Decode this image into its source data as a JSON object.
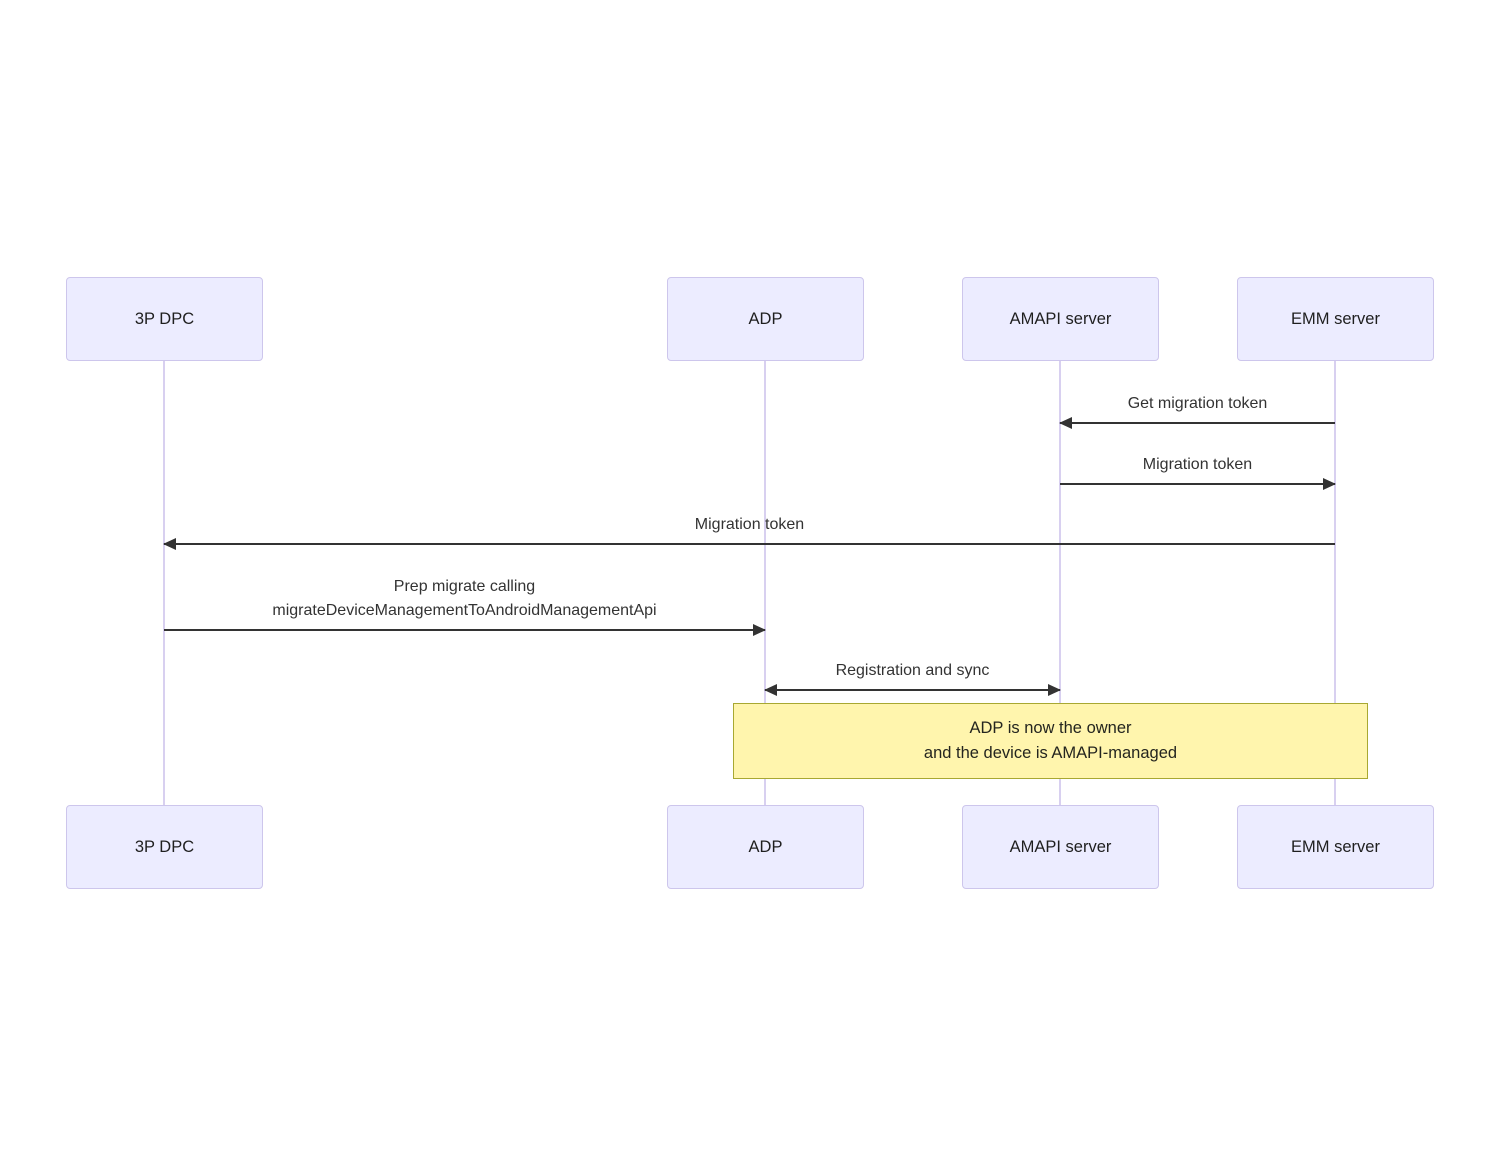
{
  "diagram": {
    "type": "sequence-diagram",
    "actors": [
      {
        "id": "3p-dpc",
        "label": "3P DPC"
      },
      {
        "id": "adp",
        "label": "ADP"
      },
      {
        "id": "amapi-server",
        "label": "AMAPI server"
      },
      {
        "id": "emm-server",
        "label": "EMM server"
      }
    ],
    "messages": [
      {
        "from": "EMM server",
        "to": "AMAPI server",
        "direction": "left",
        "label": "Get migration token"
      },
      {
        "from": "AMAPI server",
        "to": "EMM server",
        "direction": "right",
        "label": "Migration token"
      },
      {
        "from": "EMM server",
        "to": "3P DPC",
        "direction": "left",
        "label": "Migration token"
      },
      {
        "from": "3P DPC",
        "to": "ADP",
        "direction": "right",
        "label": "Prep migrate calling\nmigrateDeviceManagementToAndroidManagementApi"
      },
      {
        "from": "ADP",
        "to": "AMAPI server",
        "direction": "both",
        "label": "Registration and sync"
      }
    ],
    "note": {
      "over": "ADP, EMM server",
      "label": "ADP is now the owner\nand the device is AMAPI-managed"
    },
    "colors": {
      "actor_fill": "#ECECFF",
      "actor_border": "#CDC6EC",
      "lifeline": "#D8D0F0",
      "arrow": "#333333",
      "note_fill": "#FFF5AD",
      "note_border": "#A8A832",
      "text": "#333333",
      "background": "#FFFFFF"
    }
  }
}
